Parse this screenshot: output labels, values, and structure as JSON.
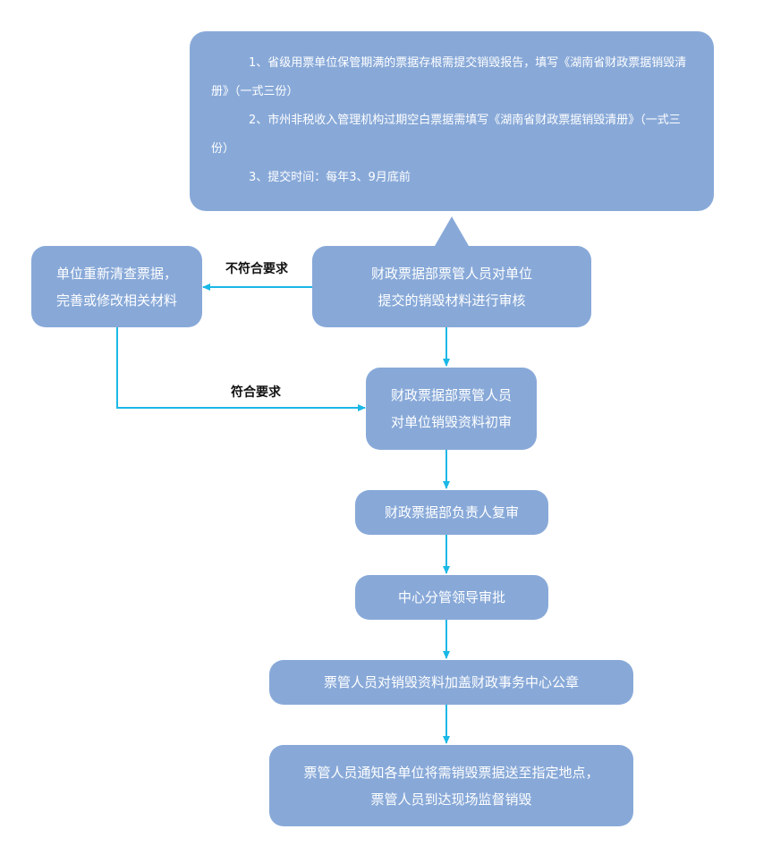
{
  "notes": [
    "1、省级用票单位保管期满的票据存根需提交销毁报告，填写《湖南省财政票据销毁清册》（一式三份）",
    "2、市州非税收入管理机构过期空白票据需填写《湖南省财政票据销毁清册》（一式三份）",
    "3、提交时间：每年3、9月底前"
  ],
  "review": {
    "line1": "财政票据部票管人员对单位",
    "line2": "提交的销毁材料进行审核"
  },
  "recheck": {
    "line1": "单位重新清查票据，",
    "line2": "完善或修改相关材料"
  },
  "label_fail": "不符合要求",
  "label_pass": "符合要求",
  "initial_review": {
    "line1": "财政票据部票管人员",
    "line2": "对单位销毁资料初审"
  },
  "second_review": "财政票据部负责人复审",
  "approval": "中心分管领导审批",
  "stamp": "票管人员对销毁资料加盖财政事务中心公章",
  "destroy": {
    "line1": "票管人员通知各单位将需销毁票据送至指定地点，",
    "line2": "票管人员到达现场监督销毁"
  },
  "colors": {
    "box": "#88a9d8",
    "arrow": "#1ab8e6"
  }
}
